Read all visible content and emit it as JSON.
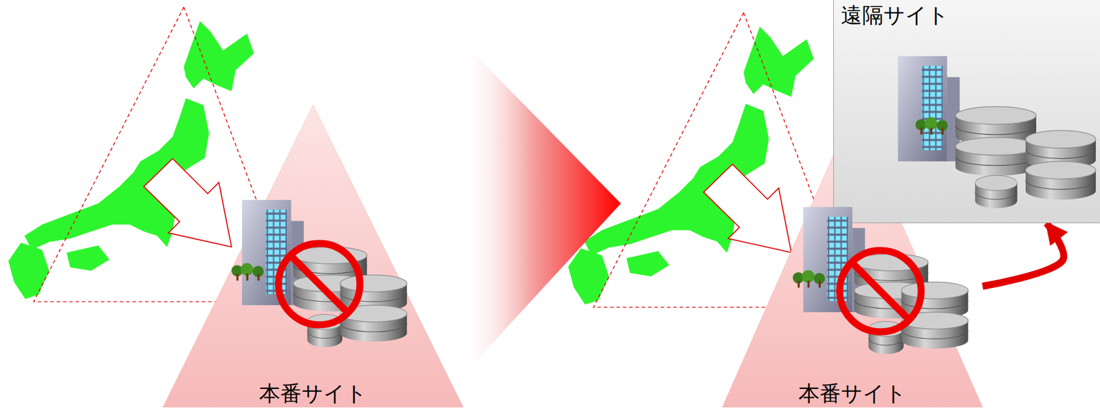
{
  "diagram": {
    "nodes": [
      {
        "text": [
          "本番サイト"
        ]
      },
      {
        "text": [
          "本番サイト"
        ]
      },
      {
        "text": [
          "遠隔サイト"
        ]
      }
    ],
    "edges": [
      {
        "from": 1,
        "to": 2,
        "arrow": "to"
      }
    ]
  }
}
